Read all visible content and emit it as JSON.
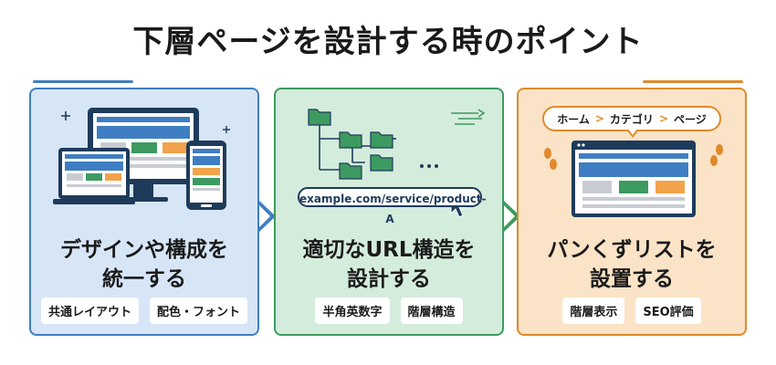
{
  "title": "下層ページを設計する時のポイント",
  "colors": {
    "blue": "#3f7ec2",
    "green": "#3d9a60",
    "orange": "#e08a2a"
  },
  "cards": [
    {
      "heading_line1": "デザインや構成を",
      "heading_line2": "統一する",
      "tags": [
        "共通レイアウト",
        "配色・フォント"
      ],
      "illustration": "devices-icon"
    },
    {
      "heading_line1": "適切なURL構造を",
      "heading_line2": "設計する",
      "url": "example.com/service/product-A",
      "tags": [
        "半角英数字",
        "階層構造"
      ],
      "illustration": "folder-tree-icon"
    },
    {
      "heading_line1": "パンくずリストを",
      "heading_line2": "設置する",
      "breadcrumb": [
        "ホーム",
        "カテゴリ",
        "ページ"
      ],
      "breadcrumb_separator": ">",
      "tags": [
        "階層表示",
        "SEO評価"
      ],
      "illustration": "browser-footsteps-icon"
    }
  ]
}
